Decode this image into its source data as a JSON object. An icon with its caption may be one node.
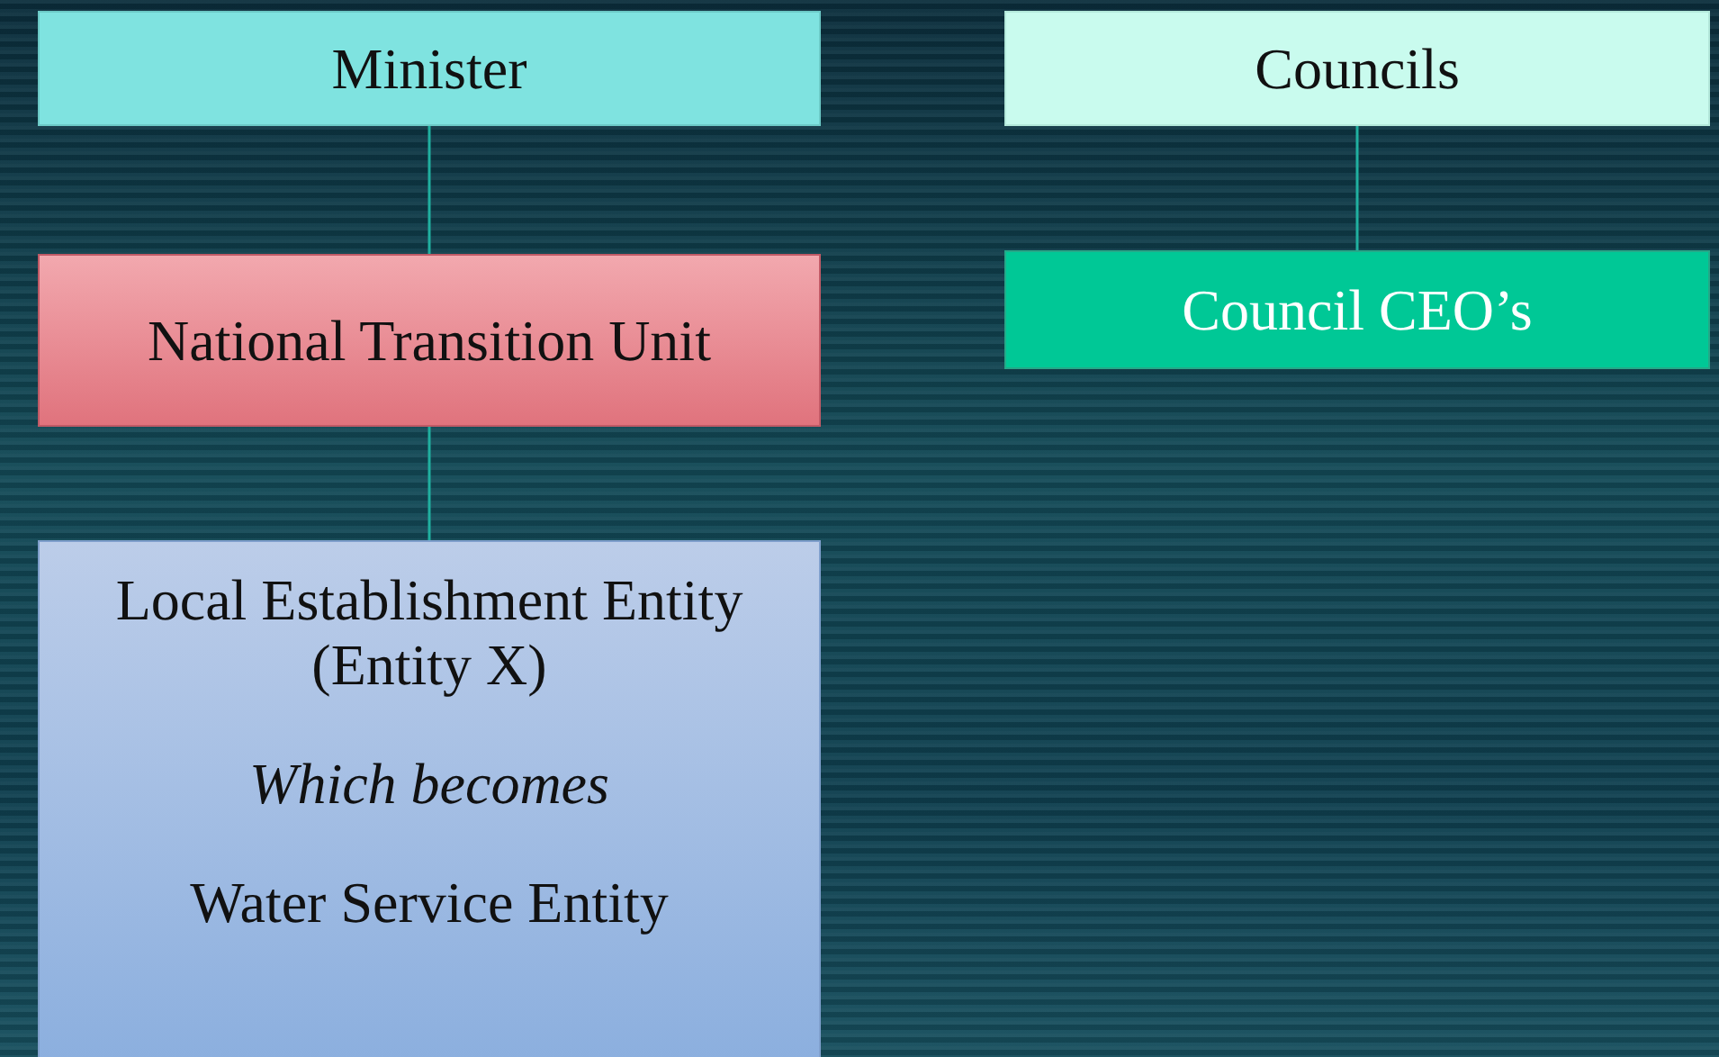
{
  "diagram": {
    "nodes": [
      {
        "text": [
          "Minister"
        ]
      },
      {
        "text": [
          "Councils"
        ]
      },
      {
        "text": [
          "National Transition Unit"
        ]
      },
      {
        "text": [
          "Council CEO’s"
        ]
      },
      {
        "text": [
          "Local Establishment Entity (Entity X)",
          "Which becomes",
          "Water Service Entity"
        ]
      }
    ],
    "edges": [
      {
        "from": 0,
        "to": 2,
        "arrow": "none"
      },
      {
        "from": 1,
        "to": 3,
        "arrow": "none"
      },
      {
        "from": 2,
        "to": 4,
        "arrow": "none"
      }
    ]
  }
}
